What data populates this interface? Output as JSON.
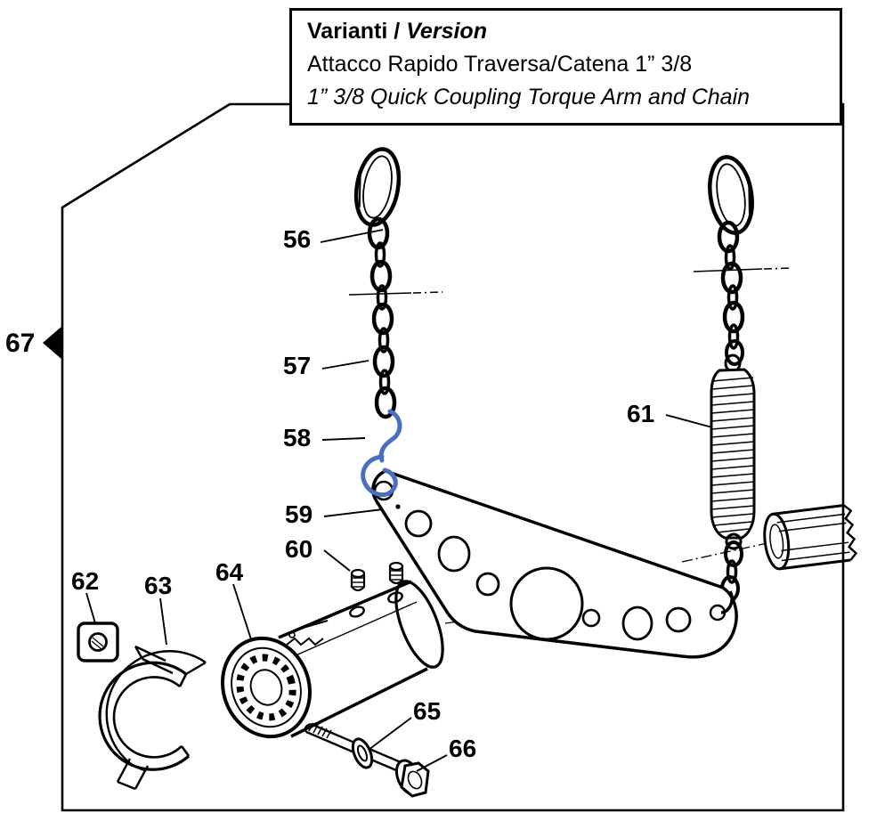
{
  "title_box": {
    "variant_label_it": "Varianti",
    "separator": "/",
    "variant_label_en": "Version",
    "description_it": "Attacco Rapido Traversa/Catena 1” 3/8",
    "description_en": "1” 3/8 Quick Coupling Torque Arm and Chain"
  },
  "frame": {
    "label": "67"
  },
  "callouts": [
    {
      "label": "56"
    },
    {
      "label": "57"
    },
    {
      "label": "58"
    },
    {
      "label": "59"
    },
    {
      "label": "60"
    },
    {
      "label": "61"
    },
    {
      "label": "62"
    },
    {
      "label": "63"
    },
    {
      "label": "64"
    },
    {
      "label": "65"
    },
    {
      "label": "66"
    }
  ],
  "colors": {
    "line": "#000000",
    "highlight_blue": "#4a6fc0",
    "background": "#ffffff"
  }
}
